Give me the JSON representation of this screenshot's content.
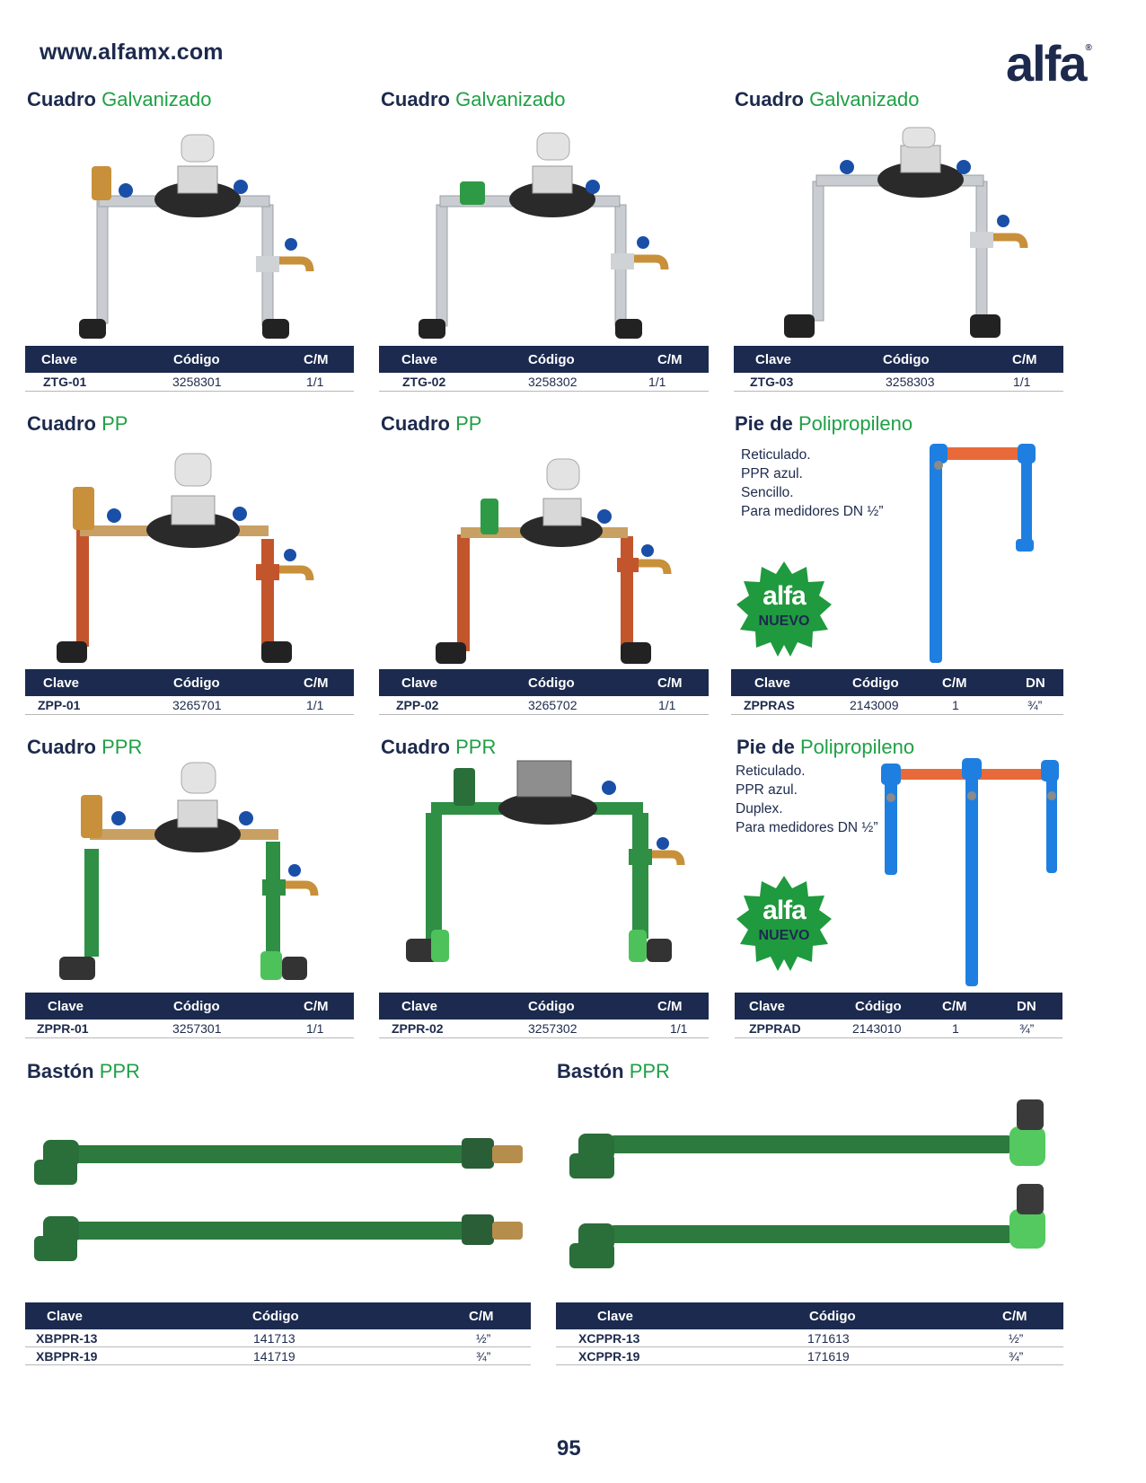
{
  "header": {
    "website": "www.alfamx.com",
    "brand": "alfa",
    "brand_mark": "®"
  },
  "sections": {
    "ztg01": {
      "title_bold": "Cuadro",
      "title_green": "Galvanizado"
    },
    "ztg02": {
      "title_bold": "Cuadro",
      "title_green": "Galvanizado"
    },
    "ztg03": {
      "title_bold": "Cuadro",
      "title_green": "Galvanizado"
    },
    "zpp01": {
      "title_bold": "Cuadro",
      "title_green": "PP"
    },
    "zpp02": {
      "title_bold": "Cuadro",
      "title_green": "PP"
    },
    "zppras": {
      "title_bold": "Pie de",
      "title_green": "Polipropileno",
      "desc": [
        "Reticulado.",
        "PPR azul.",
        "Sencillo.",
        "Para medidores DN ½”"
      ]
    },
    "zppr01": {
      "title_bold": "Cuadro",
      "title_green": "PPR"
    },
    "zppr02": {
      "title_bold": "Cuadro",
      "title_green": "PPR"
    },
    "zpprad": {
      "title_bold": "Pie de",
      "title_green": "Polipropileno",
      "desc": [
        "Reticulado.",
        "PPR azul.",
        "Duplex.",
        "Para medidores DN ½”"
      ]
    },
    "xbppr": {
      "title_bold": "Bastón",
      "title_green": "PPR"
    },
    "xcppr": {
      "title_bold": "Bastón",
      "title_green": "PPR"
    }
  },
  "table_headers": {
    "clave": "Clave",
    "codigo": "Código",
    "cm": "C/M",
    "dn": "DN"
  },
  "tables": {
    "ztg01": [
      {
        "clave": "ZTG-01",
        "codigo": "3258301",
        "cm": "1/1"
      }
    ],
    "ztg02": [
      {
        "clave": "ZTG-02",
        "codigo": "3258302",
        "cm": "1/1"
      }
    ],
    "ztg03": [
      {
        "clave": "ZTG-03",
        "codigo": "3258303",
        "cm": "1/1"
      }
    ],
    "zpp01": [
      {
        "clave": "ZPP-01",
        "codigo": "3265701",
        "cm": "1/1"
      }
    ],
    "zpp02": [
      {
        "clave": "ZPP-02",
        "codigo": "3265702",
        "cm": "1/1"
      }
    ],
    "zppras": [
      {
        "clave": "ZPPRAS",
        "codigo": "2143009",
        "cm": "1",
        "dn": "¾”"
      }
    ],
    "zppr01": [
      {
        "clave": "ZPPR-01",
        "codigo": "3257301",
        "cm": "1/1"
      }
    ],
    "zppr02": [
      {
        "clave": "ZPPR-02",
        "codigo": "3257302",
        "cm": "1/1"
      }
    ],
    "zpprad": [
      {
        "clave": "ZPPRAD",
        "codigo": "2143010",
        "cm": "1",
        "dn": "¾”"
      }
    ],
    "xbppr": [
      {
        "clave": "XBPPR-13",
        "codigo": "141713",
        "cm": "½”"
      },
      {
        "clave": "XBPPR-19",
        "codigo": "141719",
        "cm": "¾”"
      }
    ],
    "xcppr": [
      {
        "clave": "XCPPR-13",
        "codigo": "171613",
        "cm": "½”"
      },
      {
        "clave": "XCPPR-19",
        "codigo": "171619",
        "cm": "¾”"
      }
    ]
  },
  "badge": {
    "brand": "alfa",
    "label": "NUEVO"
  },
  "footer": {
    "page_number": "95"
  },
  "colors": {
    "navy": "#1b2a4e",
    "green": "#1fa045",
    "badge_green": "#1f9a3e"
  }
}
